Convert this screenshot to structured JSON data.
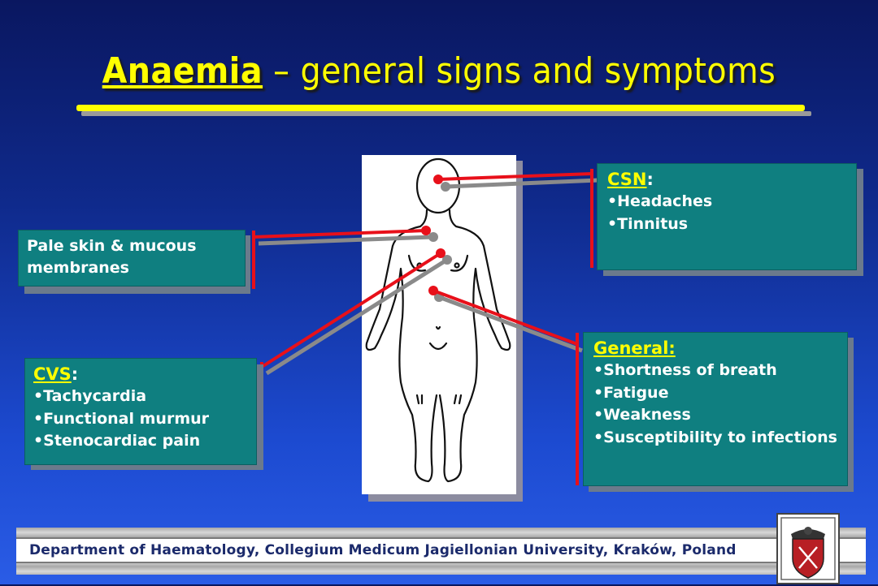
{
  "title": {
    "keyword": "Anaemia",
    "rest": " – general signs and symptoms"
  },
  "boxes": {
    "pale": {
      "text": "Pale skin & mucous membranes"
    },
    "csn": {
      "head": "CSN",
      "colon": ":",
      "items": [
        "Headaches",
        "Tinnitus"
      ]
    },
    "cvs": {
      "head": "CVS",
      "colon": ":",
      "items": [
        "Tachycardia",
        "Functional murmur",
        "Stenocardiac pain"
      ]
    },
    "general": {
      "head": "General:",
      "items": [
        "Shortness of breath",
        "Fatigue",
        "Weakness",
        "Susceptibility to infections"
      ]
    }
  },
  "footer": {
    "text": "Department of Haematology, Collegium Medicum Jagiellonian University, Kraków, Poland"
  },
  "colors": {
    "title": "#ffff00",
    "box": "#0f7f80",
    "connector": "#e8101a",
    "background": "#1c4ad0"
  },
  "icons": {
    "figure": "human-body-outline-icon",
    "logo": "university-crest-icon"
  }
}
